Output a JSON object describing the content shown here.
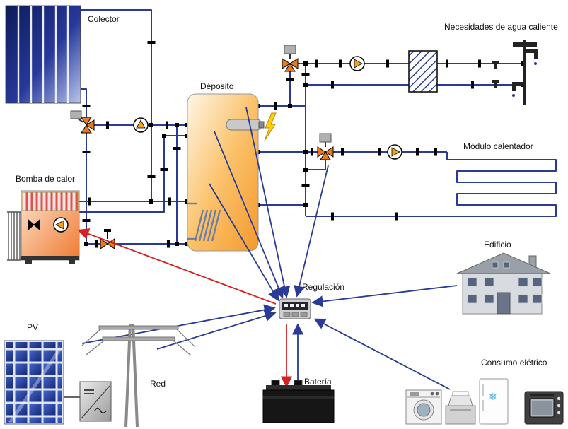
{
  "diagram": {
    "labels": {
      "colector": "Colector",
      "deposito": "Déposito",
      "necesidades": "Necesidades de agua caliente",
      "modulo": "Módulo calentador",
      "bomba": "Bomba de calor",
      "regulacion": "Regulación",
      "edificio": "Edificio",
      "pv": "PV",
      "red": "Red",
      "bateria": "Batería",
      "consumo": "Consumo elétrico"
    },
    "icons": {
      "snowflake": "❄"
    },
    "colors": {
      "pipe": "#2b3a96",
      "arrowblue": "#2b3a96",
      "arrowred": "#d62221",
      "tankorange": "#f49a2c",
      "valveorange": "#e8791e",
      "pumporange": "#f5a11a",
      "boltyellow": "#ffd200",
      "collectordark": "#12205f",
      "collectorlight": "#b9c6ea"
    }
  }
}
